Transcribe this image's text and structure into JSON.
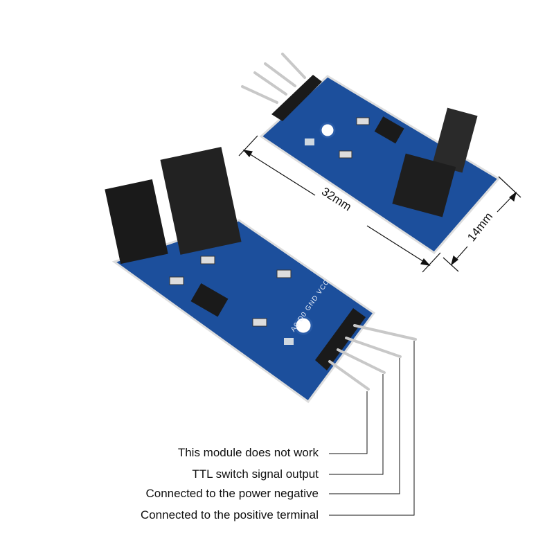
{
  "dimensions": {
    "length": "32mm",
    "width": "14mm"
  },
  "pin_labels": [
    "A0",
    "D0",
    "GND",
    "VCC"
  ],
  "annotations": [
    "This module does not work",
    "TTL switch signal output",
    "Connected to the power negative",
    "Connected to the positive terminal"
  ],
  "colors": {
    "pcb": "#1c4f9c",
    "sensor": "#1e1e1e",
    "pins": "#c8c8c8",
    "background": "#ffffff"
  }
}
